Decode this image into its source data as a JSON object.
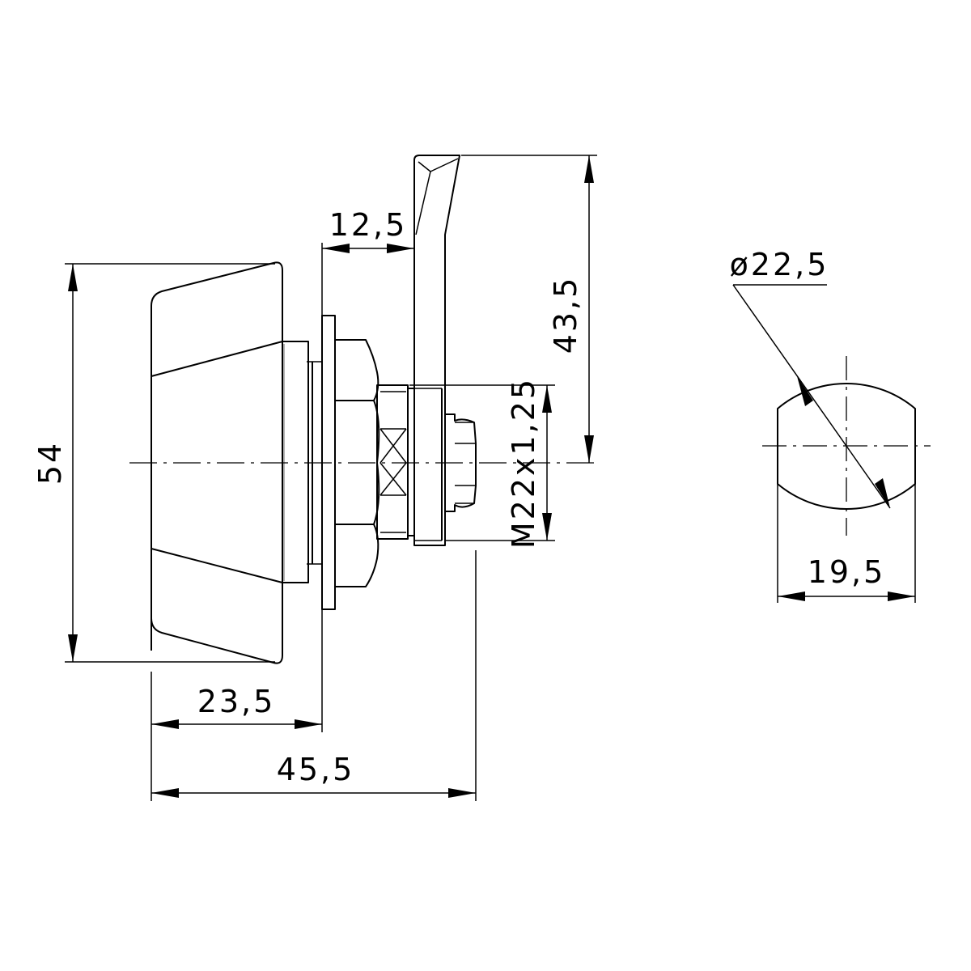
{
  "dimensions": {
    "overall_height": "54",
    "knob_to_flange": "23,5",
    "overall_length": "45,5",
    "flange_to_cam": "12,5",
    "cam_length": "43,5",
    "thread": "M22x1,25",
    "cutout_diameter": "ø22,5",
    "cutout_width": "19,5"
  }
}
